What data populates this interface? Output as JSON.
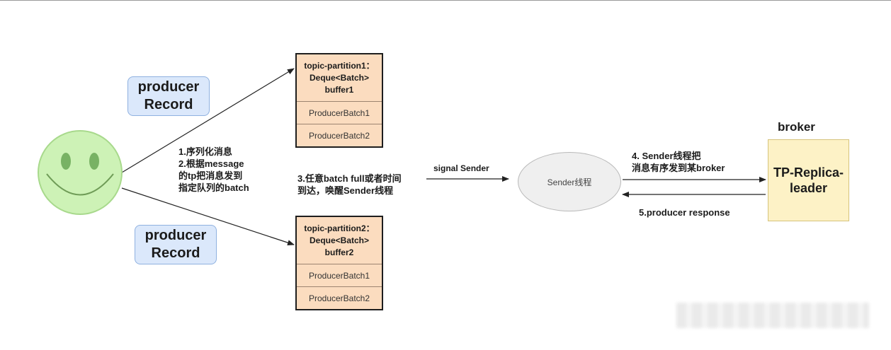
{
  "producer_records": [
    {
      "line1": "producer",
      "line2": "Record"
    },
    {
      "line1": "producer",
      "line2": "Record"
    }
  ],
  "partitions": [
    {
      "header": [
        "topic-partition1：",
        "Deque<Batch>",
        "buffer1"
      ],
      "batches": [
        "ProducerBatch1",
        "ProducerBatch2"
      ]
    },
    {
      "header": [
        "topic-partition2：",
        "Deque<Batch>",
        "buffer2"
      ],
      "batches": [
        "ProducerBatch1",
        "ProducerBatch2"
      ]
    }
  ],
  "steps": {
    "step1": [
      "1.序列化消息",
      "2.根据message",
      "的tp把消息发到",
      "指定队列的batch"
    ],
    "step3": [
      "3.任意batch full或者时间",
      "到达，唤醒Sender线程"
    ],
    "signal": "signal Sender",
    "step4": [
      "4. Sender线程把",
      "消息有序发到某broker"
    ],
    "step5": "5.producer response"
  },
  "sender": "Sender线程",
  "broker": {
    "title": "broker",
    "tp_prefix": "TP-",
    "line1_rest": "Replica-",
    "line2": "leader"
  },
  "colors": {
    "smiley_fill": "#cdf2b6",
    "record_fill": "#dbe8fb",
    "partition_fill": "#fbdcbf",
    "sender_fill": "#efefef",
    "broker_fill": "#fdf2c6"
  }
}
